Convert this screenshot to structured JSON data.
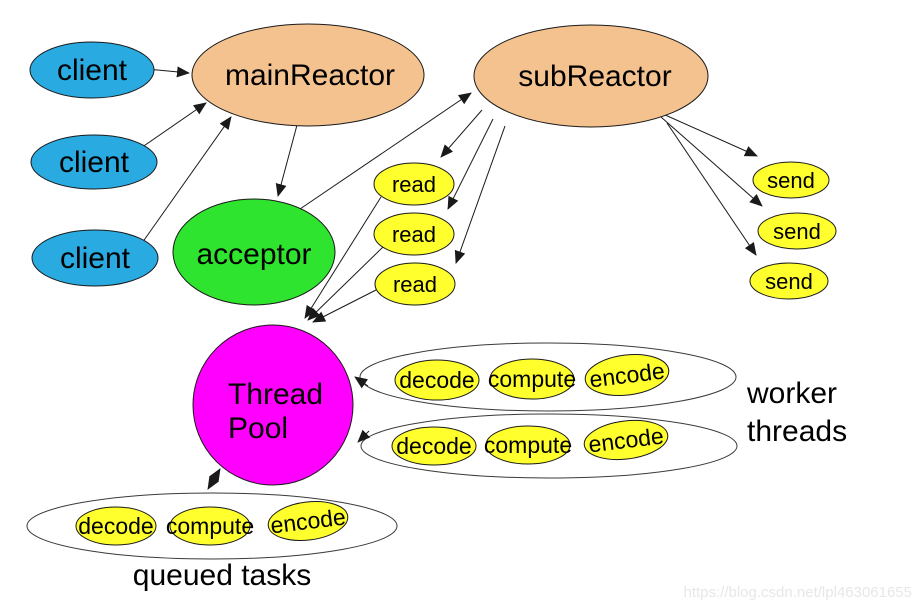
{
  "colors": {
    "client_fill": "#29ABE2",
    "reactor_fill": "#F4C28F",
    "acceptor_fill": "#2EE42E",
    "task_fill": "#FFFF2E",
    "thread_pool_fill": "#FF00FF",
    "watermark_color": "#E7E7E7"
  },
  "nodes": {
    "clients": [
      "client",
      "client",
      "client"
    ],
    "main_reactor": "mainReactor",
    "sub_reactor": "subReactor",
    "acceptor": "acceptor",
    "reads": [
      "read",
      "read",
      "read"
    ],
    "sends": [
      "send",
      "send",
      "send"
    ],
    "thread_pool": {
      "line1": "Thread",
      "line2": "Pool"
    },
    "worker_group_1": [
      "decode",
      "compute",
      "encode"
    ],
    "worker_group_2": [
      "decode",
      "compute",
      "encode"
    ],
    "queued_group": [
      "decode",
      "compute",
      "encode"
    ]
  },
  "labels": {
    "worker_threads_line1": "worker",
    "worker_threads_line2": "threads",
    "queued_tasks": "queued tasks"
  },
  "watermark": "https://blog.csdn.net/lpl463061655"
}
